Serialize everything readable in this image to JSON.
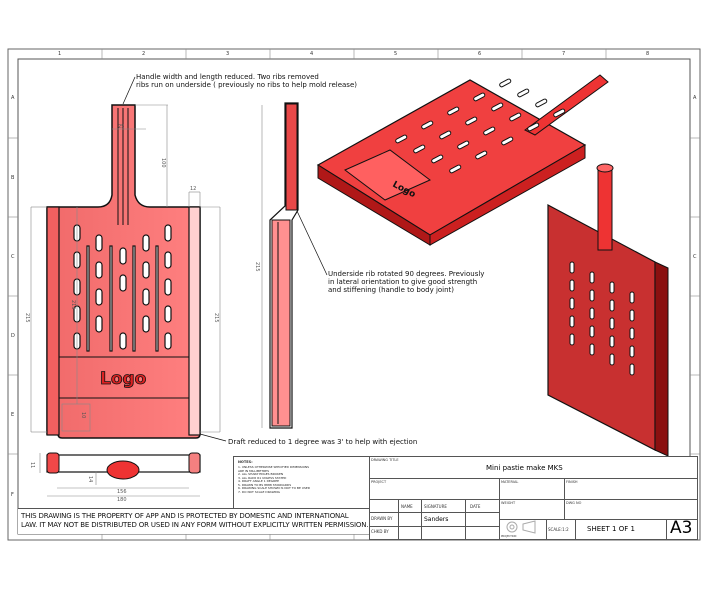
{
  "notes": {
    "handle": [
      "Handle width and length reduced. Two ribs removed",
      "ribs run on underside ( previously no ribs to help mold release)"
    ],
    "underside": [
      "Underside rib rotated 90 degrees. Previously",
      "in lateral orientation to give good strength",
      "and stiffening (handle to body joint)"
    ],
    "draft": "Draft reduced to 1 degree was 3' to help with ejection"
  },
  "dimensions": {
    "handle_width": "25",
    "handle_length": "100",
    "rail_width": "12",
    "body_length_left": "215",
    "body_length_right": "215",
    "inner_length": "215",
    "pocket": "10",
    "bottom_height": "11",
    "bottom_rib": "14",
    "inner_width": "156",
    "overall_width": "180"
  },
  "zones": {
    "columns": [
      "1",
      "2",
      "3",
      "4",
      "5",
      "6",
      "7",
      "8"
    ],
    "rows": [
      "A",
      "B",
      "C",
      "D",
      "E",
      "F"
    ]
  },
  "logo_text": "Logo",
  "copyright": [
    "THIS DRAWING IS THE PROPERTY OF APP AND IS PROTECTED BY DOMESTIC AND INTERNATIONAL",
    "LAW. IT MAY NOT BE DISTRIBUTED OR USED IN ANY FORM WITHOUT EXPLICITLY WRITTEN PERMISSION."
  ],
  "title_block": {
    "notes_label": "NOTES:",
    "notes_lines": [
      "1. UNLESS OTHERWISE SPECIFIED DIMENSIONS",
      "ARE IN MILLIMETRES",
      "2. ALL SHARP EDGES BROKEN",
      "3. ALL RADII R1 UNLESS STATED",
      "4. DRAFT ANGLE 1 DEGREE",
      "5. DRAWN TO BS 8888 STANDARDS",
      "6. DRAWING SCALE SHOWN IS NOT TO BE USED",
      "7. DO NOT SCALE DRAWING"
    ],
    "drawing_title_label": "DRAWING TITLE",
    "drawing_title": "Mini pastie make MKS",
    "project_label": "PROJECT",
    "material_label": "MATERIAL",
    "finish_label": "FINISH",
    "weight_label": "WEIGHT",
    "dwg_no_label": "DWG NO",
    "col_name": "NAME",
    "col_signature": "SIGNATURE",
    "col_date": "DATE",
    "drawn_by": "DRAWN BY",
    "drawn_name": "Sanders",
    "checked_by": "CHKD BY",
    "projection_label": "PROJECTION",
    "scale": "SCALE:1:2",
    "sheet": "SHEET 1 OF 1",
    "size": "A3"
  },
  "colors": {
    "part": "#ff7070",
    "part_dark": "#c81818",
    "line": "#111111"
  }
}
